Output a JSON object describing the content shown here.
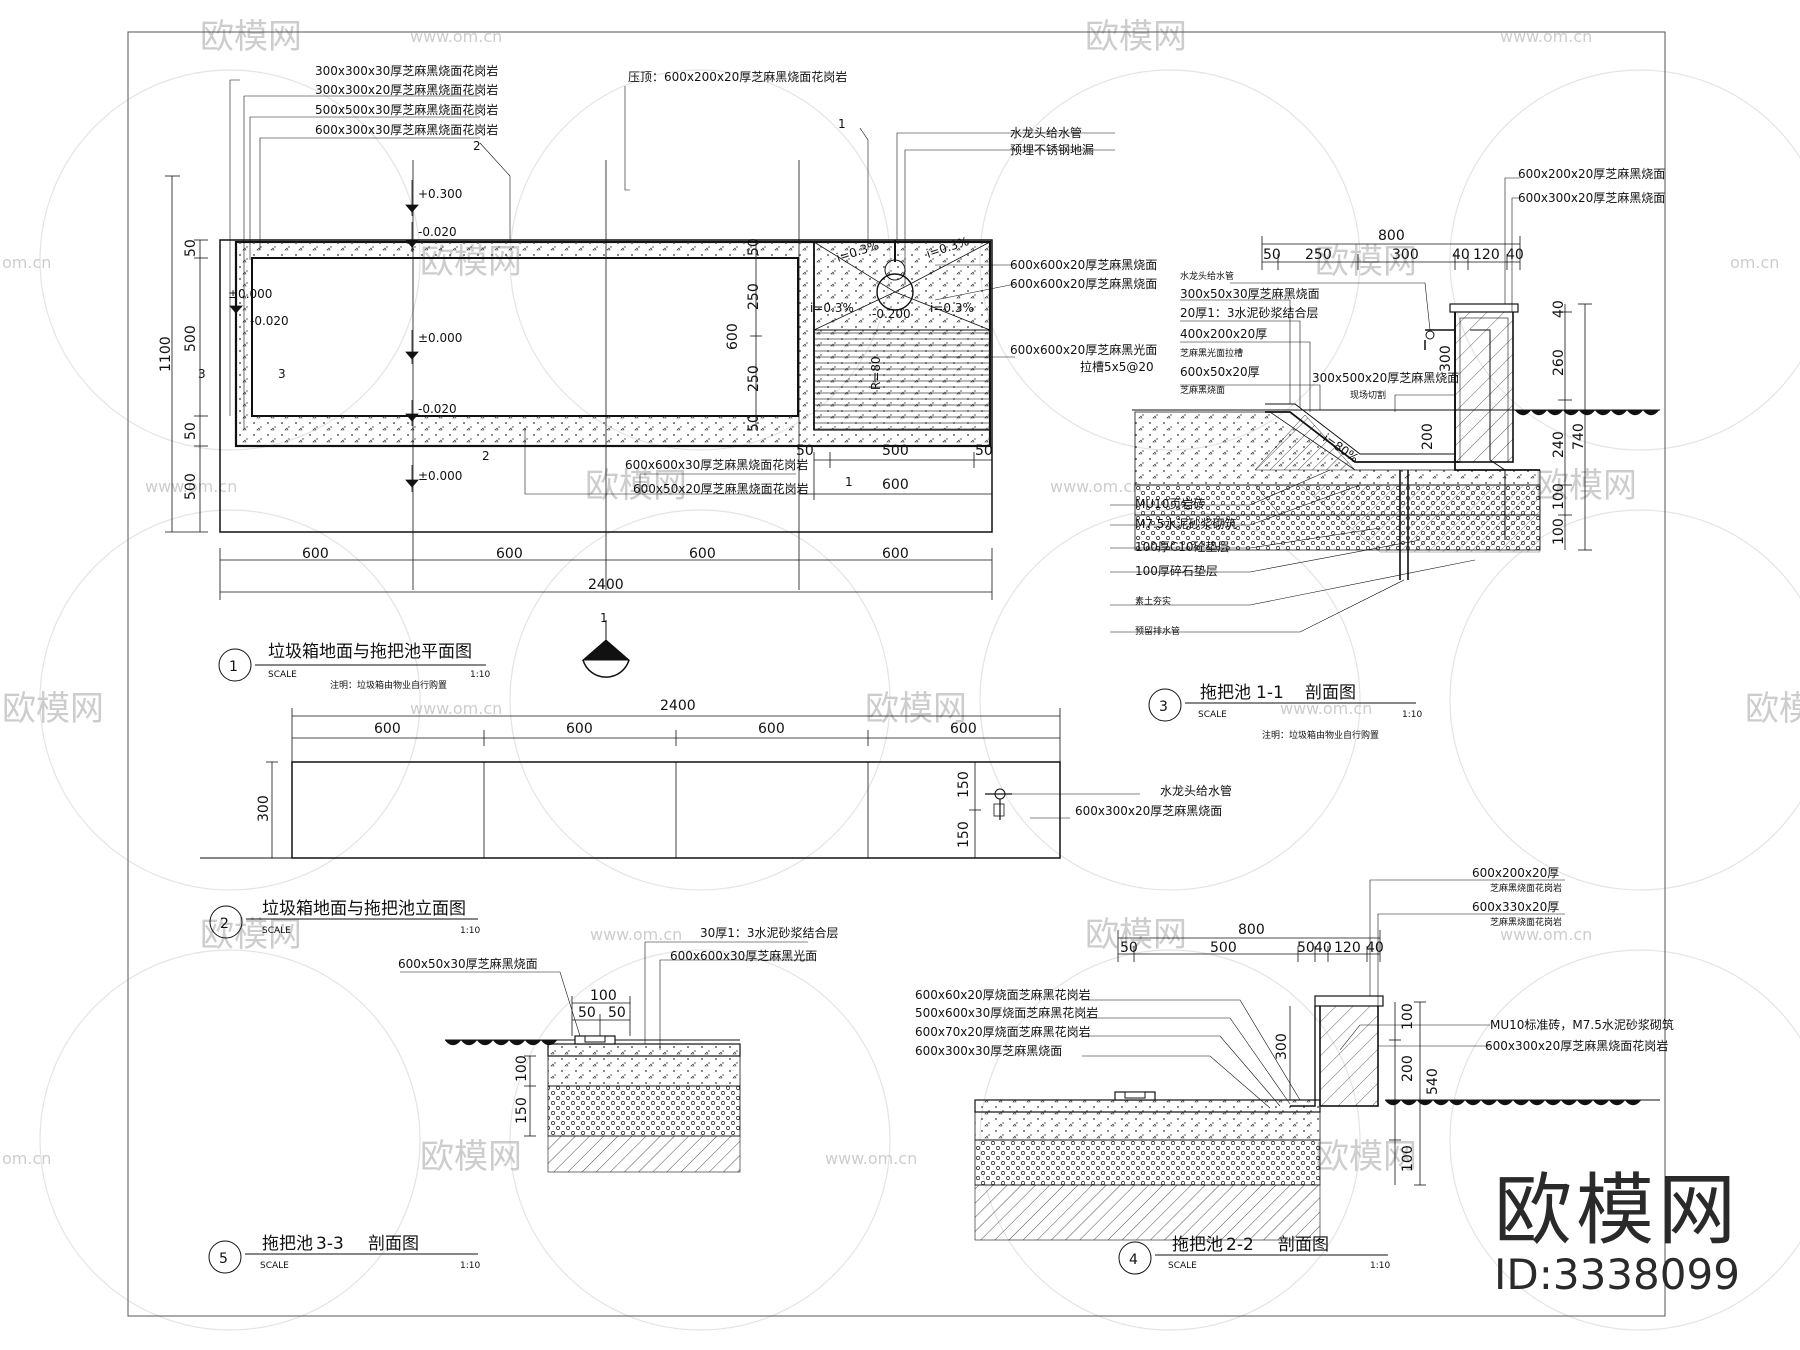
{
  "watermark": {
    "logo_text": "欧模网",
    "url": "www.om.cn",
    "short_url": "om.cn"
  },
  "brand": {
    "logo": "欧模网",
    "id": "ID:3338099"
  },
  "plan": {
    "callouts": [
      "300x300x30厚芝麻黑烧面花岗岩",
      "300x300x20厚芝麻黑烧面花岗岩",
      "500x500x30厚芝麻黑烧面花岗岩",
      "600x300x30厚芝麻黑烧面花岗岩"
    ],
    "top_note": "压顶：600x200x20厚芝麻黑烧面花岗岩",
    "right_notes": [
      "水龙头给水管",
      "预埋不锈钢地漏",
      "600x600x20厚芝麻黑烧面",
      "600x600x20厚芝麻黑烧面",
      "600x600x20厚芝麻黑光面",
      "拉槽5x5@20"
    ],
    "bottom_notes": [
      "600x600x30厚芝麻黑烧面花岗岩",
      "600x50x20厚芝麻黑烧面花岗岩"
    ],
    "levels": [
      "+0.300",
      "-0.020",
      "±0.000",
      "-0.020",
      "±0.000",
      "-0.020",
      "±0.000",
      "-0.200"
    ],
    "slopes": [
      "i=0.3%",
      "i=0.3%",
      "i=0.3%",
      "i=0.3%"
    ],
    "dims_bottom": [
      "600",
      "600",
      "600",
      "600"
    ],
    "dim_total": "2400",
    "dims_left": [
      "50",
      "500",
      "50",
      "500"
    ],
    "dim_left_total": "1100",
    "dims_right_v": [
      "50",
      "250",
      "250",
      "50"
    ],
    "dim_600v": "600",
    "dims_right_h": [
      "50",
      "500",
      "50"
    ],
    "dim_600h": "600",
    "marks": [
      "1",
      "2",
      "2",
      "3",
      "3",
      "1",
      "1"
    ],
    "inner_dim": "R=80",
    "title_no": "1",
    "title": "垃圾箱地面与拖把池平面图",
    "scale_label": "SCALE",
    "scale": "1:10",
    "note": "注明：垃圾箱由物业自行购置"
  },
  "elev": {
    "dims_top": [
      "600",
      "600",
      "600",
      "600"
    ],
    "dim_total": "2400",
    "dim_h": "300",
    "dims_right": [
      "150",
      "150"
    ],
    "notes": [
      "水龙头给水管",
      "600x300x20厚芝麻黑烧面"
    ],
    "title_no": "2",
    "title": "垃圾箱地面与拖把池立面图",
    "scale_label": "SCALE",
    "scale": "1:10"
  },
  "sec1": {
    "top_notes": [
      "600x200x20厚芝麻黑烧面",
      "600x300x20厚芝麻黑烧面"
    ],
    "dim_total": "800",
    "dims_top": [
      "50",
      "250",
      "300",
      "40",
      "120",
      "40"
    ],
    "left_notes": [
      "水龙头给水管",
      "300x50x30厚芝麻黑烧面",
      "20厚1：3水泥砂浆结合层",
      "400x200x20厚",
      "芝麻黑光面拉槽",
      "600x50x20厚",
      "芝麻黑烧面"
    ],
    "mid_note": [
      "300x500x20厚芝麻黑烧面",
      "现场切割"
    ],
    "slope": "i=80%",
    "layers": [
      "MU10页岩砖",
      "M7.5水泥砂浆砌筑",
      "100厚C10砼垫层",
      "100厚碎石垫层",
      "素土夯实",
      "预留排水管"
    ],
    "dims_right": [
      "40",
      "260",
      "240",
      "100",
      "100"
    ],
    "dim_total_v": "740",
    "dim_200": "200",
    "dim_300": "300",
    "title_no": "3",
    "title_a": "拖把池",
    "title_b": "1-1",
    "title_c": "剖面图",
    "scale_label": "SCALE",
    "scale": "1:10",
    "note": "注明：垃圾箱由物业自行购置"
  },
  "sec2": {
    "top_notes": [
      "600x200x20厚",
      "芝麻黑烧面花岗岩",
      "600x330x20厚",
      "芝麻黑烧面花岗岩"
    ],
    "dim_total": "800",
    "dims_top": [
      "50",
      "500",
      "50",
      "40",
      "120",
      "40"
    ],
    "left_notes": [
      "600x60x20厚烧面芝麻黑花岗岩",
      "500x600x30厚烧面芝麻黑花岗岩",
      "600x70x20厚烧面芝麻黑花岗岩",
      "600x300x30厚芝麻黑烧面"
    ],
    "right_notes": [
      "MU10标准砖，M7.5水泥砂浆砌筑",
      "600x300x20厚芝麻黑烧面花岗岩"
    ],
    "dims_right": [
      "100",
      "200",
      "540",
      "100"
    ],
    "dim_300": "300",
    "title_no": "4",
    "title_a": "拖把池",
    "title_b": "2-2",
    "title_c": "剖面图",
    "scale_label": "SCALE",
    "scale": "1:10"
  },
  "sec3": {
    "notes": [
      "30厚1：3水泥砂浆结合层",
      "600x600x30厚芝麻黑光面",
      "600x50x30厚芝麻黑烧面"
    ],
    "dims_top": [
      "100",
      "50",
      "50"
    ],
    "dims_left": [
      "100",
      "150"
    ],
    "title_no": "5",
    "title_a": "拖把池",
    "title_b": "3-3",
    "title_c": "剖面图",
    "scale_label": "SCALE",
    "scale": "1:10"
  }
}
